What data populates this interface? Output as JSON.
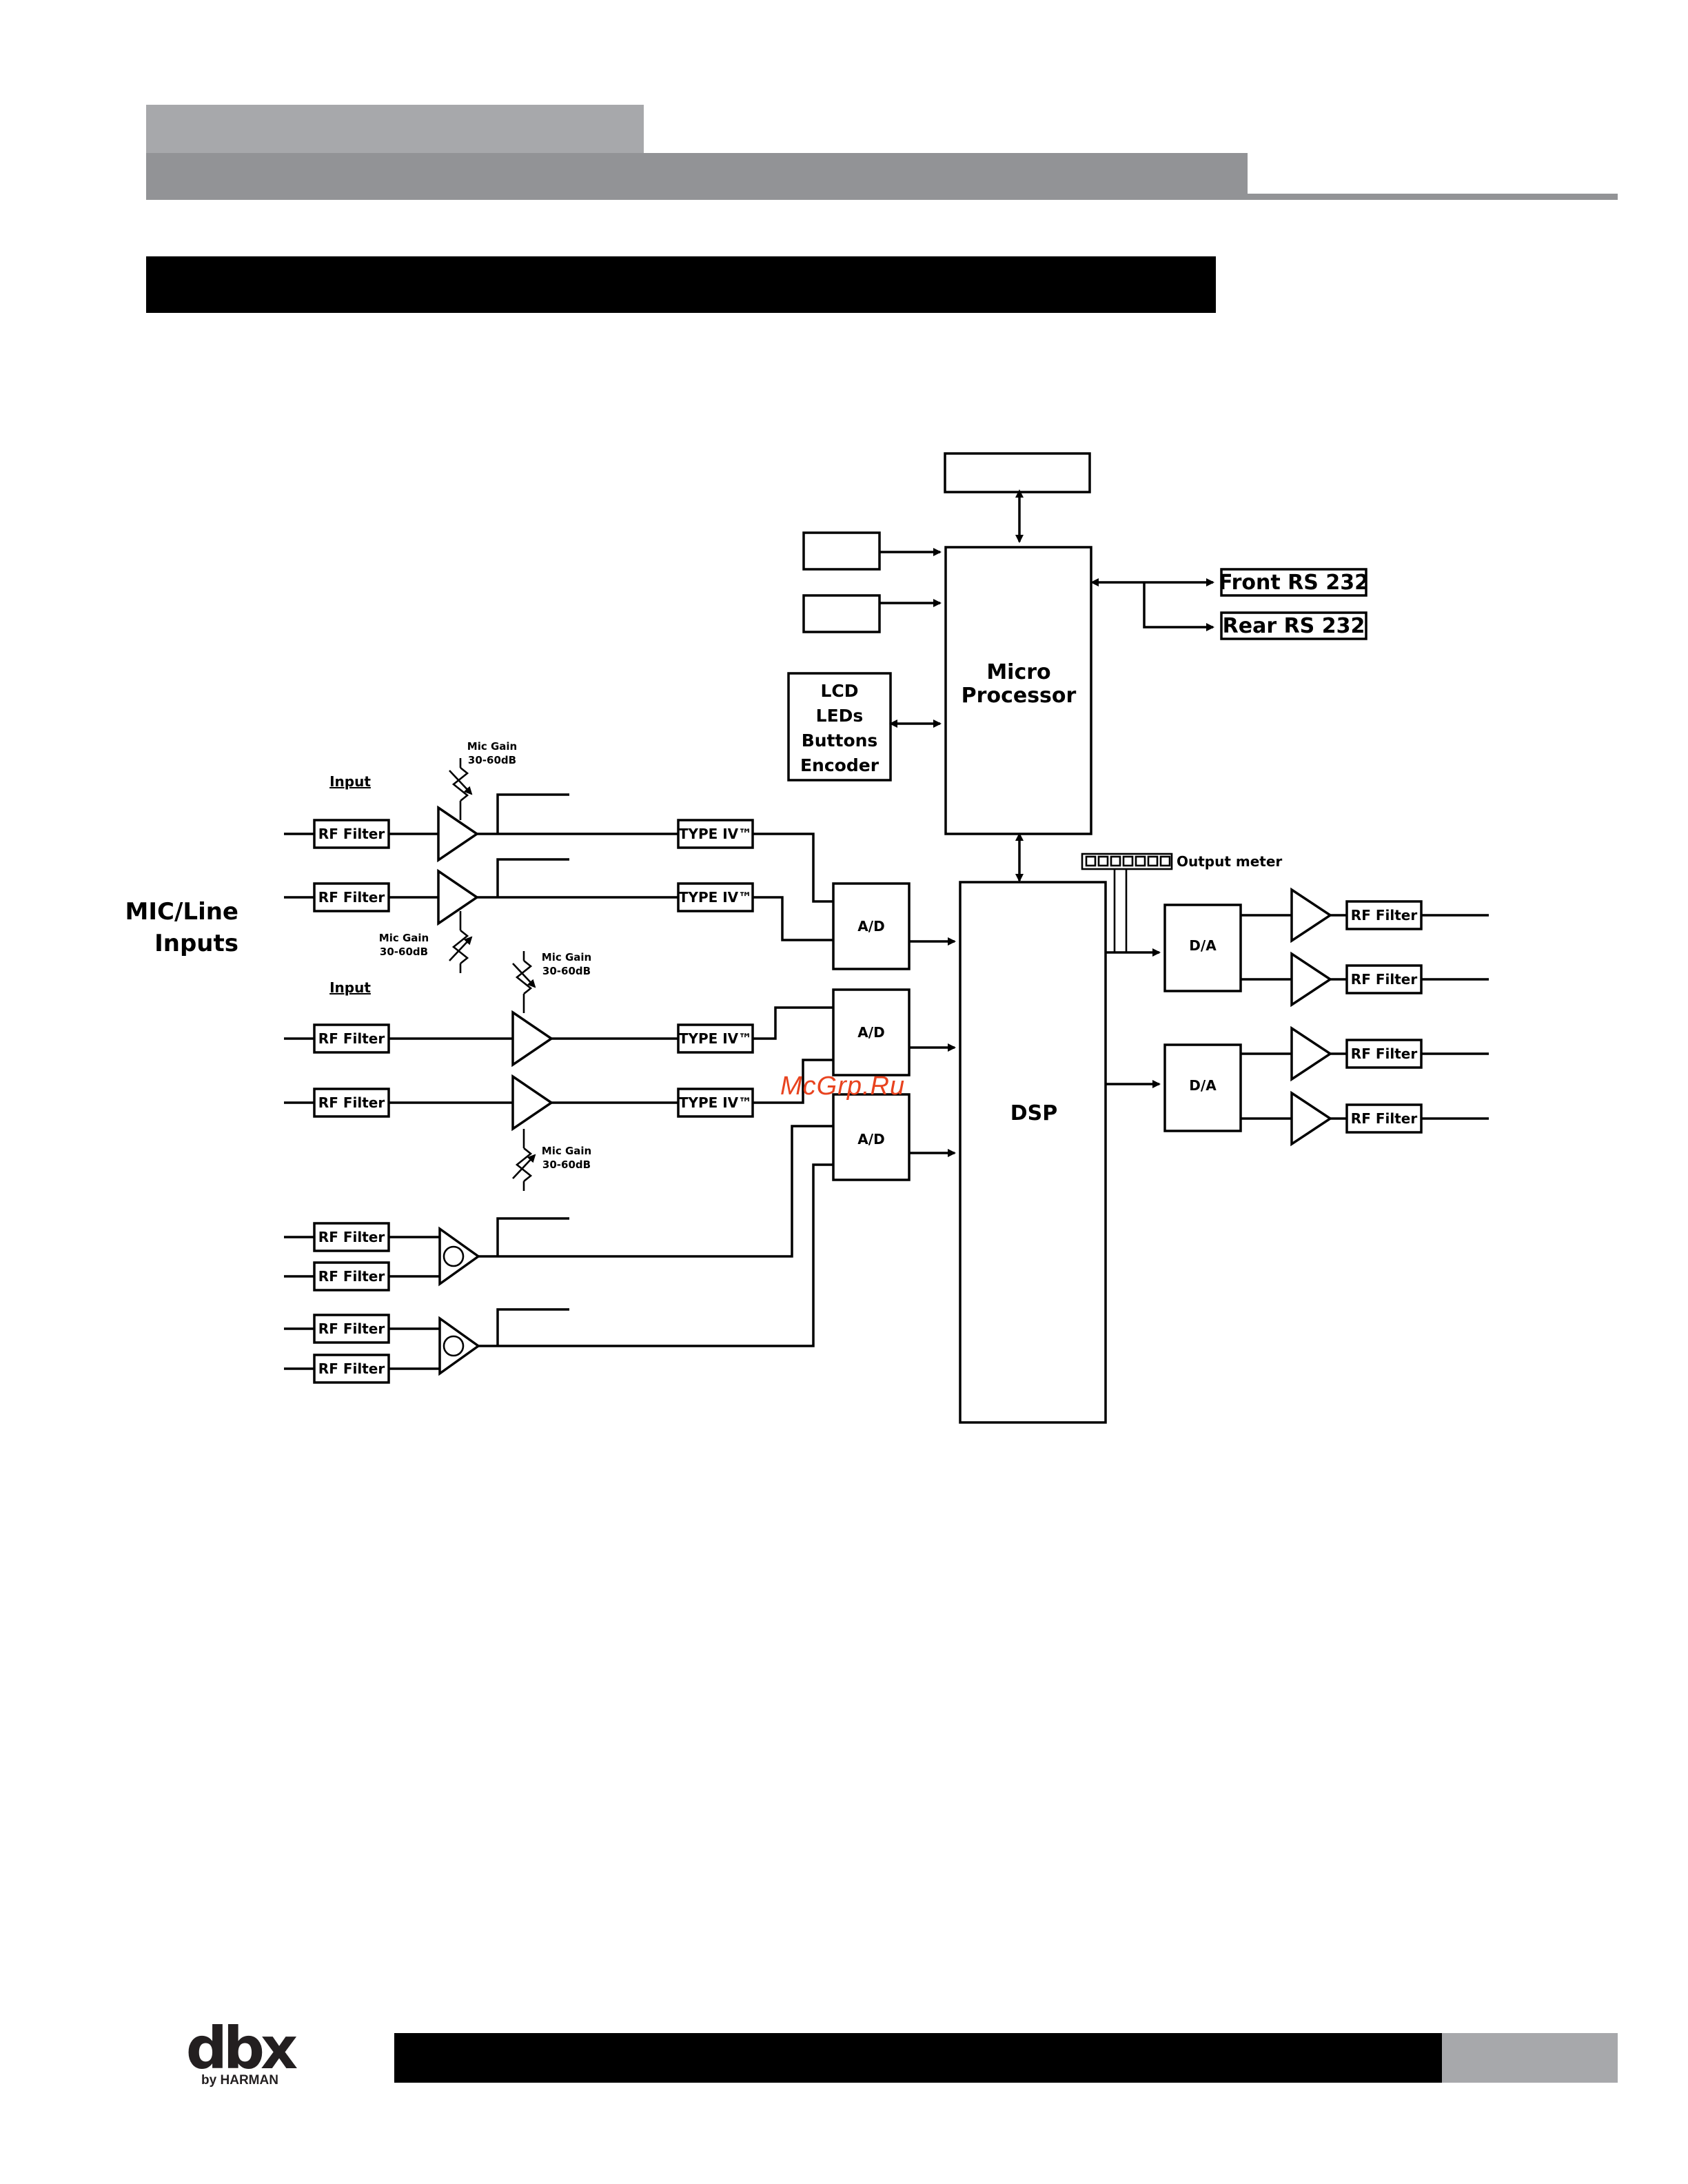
{
  "diagram": {
    "section_label": "MIC/Line\nInputs",
    "micro_processor": "Micro\nProcessor",
    "dsp": "DSP",
    "front_rs232": "Front RS 232",
    "rear_rs232": "Rear RS 232",
    "user_interface": [
      "LCD",
      "LEDs",
      "Buttons",
      "Encoder"
    ],
    "output_meter": "Output meter",
    "rf_filter": "RF Filter",
    "type_iv": "TYPE IV™",
    "ad": "A/D",
    "da": "D/A",
    "input_label": "Input",
    "mic_gain": "Mic Gain",
    "mic_gain_range": "30-60dB"
  },
  "watermark": "McGrp.Ru",
  "footer": {
    "logo_word": "dbx",
    "logo_sub": "by HARMAN"
  },
  "colors": {
    "header_light": "#a7a8ab",
    "header_dark": "#929396",
    "bar": "#000000",
    "watermark": "#e8431f"
  }
}
